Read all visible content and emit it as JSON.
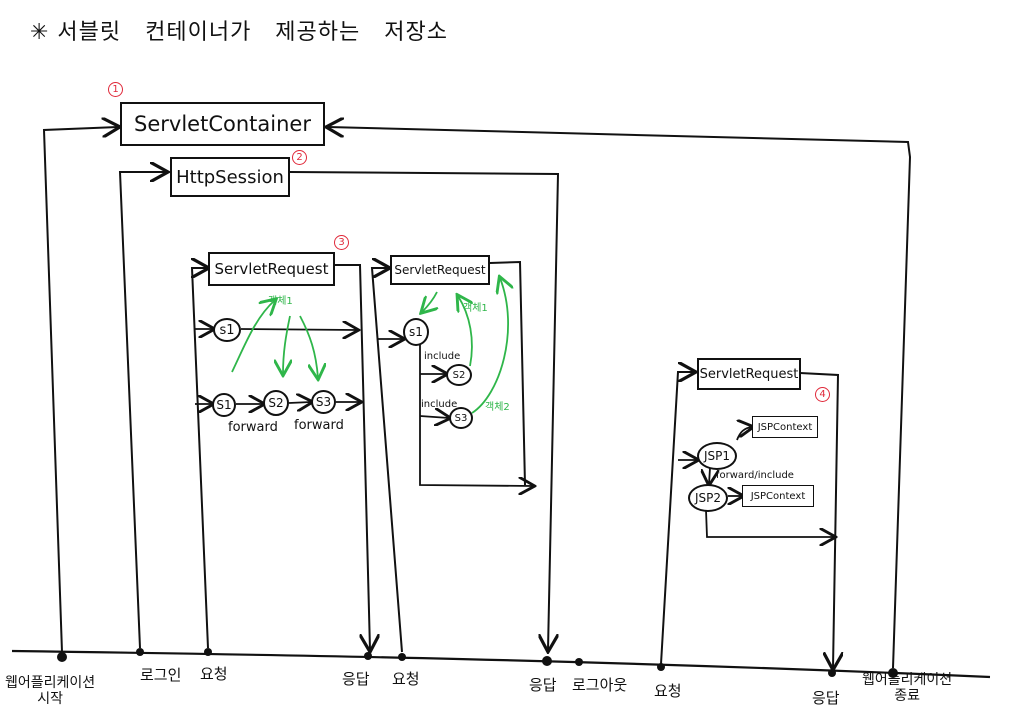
{
  "title": "✳ 서블릿   컨테이너가   제공하는   저장소",
  "containers": {
    "servlet_container": {
      "label": "ServletContainer",
      "badge": "1"
    },
    "http_session": {
      "label": "HttpSession",
      "badge": "2"
    },
    "request_1": {
      "label": "ServletRequest",
      "badge": "3"
    },
    "request_2": {
      "label": "ServletRequest"
    },
    "request_3": {
      "label": "ServletRequest",
      "badge": "4"
    }
  },
  "request_1_nodes": {
    "s1_top": "s1",
    "s1_bottom": "S1",
    "s2": "S2",
    "s3": "S3",
    "forward_1": "forward",
    "forward_2": "forward",
    "object_label": "객체1"
  },
  "request_2_nodes": {
    "s1": "s1",
    "s2": "S2",
    "s3": "S3",
    "include_1": "include",
    "include_2": "include",
    "object_1": "객체1",
    "object_2": "객체2"
  },
  "request_3_nodes": {
    "jsp1": "JSP1",
    "jsp2": "JSP2",
    "ctx1": "JSPContext",
    "ctx2": "JSPContext",
    "forward_include": "forward/include"
  },
  "timeline": [
    {
      "label": "웹어플리케이션\n시작"
    },
    {
      "label": "로그인"
    },
    {
      "label": "요청"
    },
    {
      "label": "응답"
    },
    {
      "label": "요청"
    },
    {
      "label": "응답"
    },
    {
      "label": "로그아웃"
    },
    {
      "label": "요청"
    },
    {
      "label": "응답"
    },
    {
      "label": "웹어플리케이션\n종료"
    }
  ],
  "colors": {
    "ink": "#111111",
    "badge": "#e0293a",
    "object_arrow": "#2fb64a"
  }
}
